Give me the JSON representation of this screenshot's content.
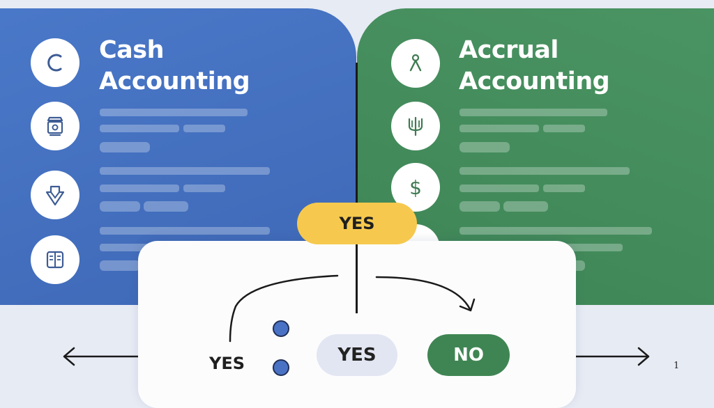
{
  "left_panel": {
    "title_line1": "Cash",
    "title_line2": "Accounting",
    "color": "#4374c4",
    "icons": [
      "c-letter-icon",
      "register-icon",
      "arrow-badge-icon",
      "ledger-icon"
    ]
  },
  "right_panel": {
    "title_line1": "Accrual",
    "title_line2": "Accounting",
    "color": "#458e5c",
    "icons": [
      "person-icon",
      "trident-icon",
      "dollar-icon"
    ]
  },
  "decision": {
    "top_label": "YES",
    "left_label": "YES",
    "center_label": "YES",
    "right_label": "NO",
    "yes_color": "#f6c94e",
    "no_color": "#3f8553"
  },
  "page_number": "1"
}
